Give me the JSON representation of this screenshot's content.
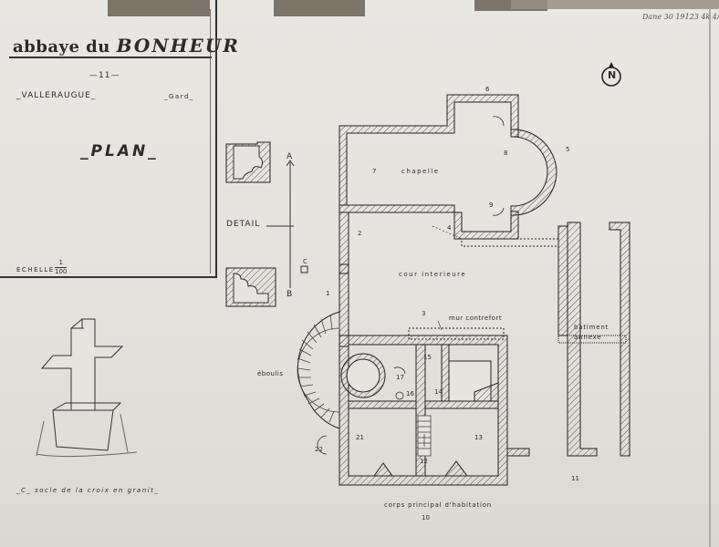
{
  "cartouche": {
    "title_prefix": "abbaye du",
    "title_main": "BONHEUR",
    "separator": "—11—",
    "commune": "_VALLERAUGUE_",
    "department": "_Gard_",
    "plan_title": "_PLAN_",
    "scale_label": "ECHELLE",
    "scale_numerator": "1",
    "scale_denominator": "100"
  },
  "archive_ref": "Dane 30 19123 4k 4/7",
  "detail": {
    "label": "DETAIL",
    "marker_a": "A",
    "marker_b": "B",
    "marker_c": "C"
  },
  "cross_caption": "_C_ socle de la croix en granit_",
  "north_letter": "N",
  "plan_labels": {
    "chapelle": "chapelle",
    "cour": "cour interieure",
    "mur_contrefort": "mur contrefort",
    "batiment_annexe": "batiment annexe",
    "eboulis": "éboulis",
    "corps": "corps principal d'habitation"
  },
  "room_numbers": [
    "1",
    "2",
    "3",
    "4",
    "5",
    "6",
    "7",
    "8",
    "9",
    "10",
    "11",
    "12",
    "13",
    "14",
    "15",
    "16",
    "17",
    "21",
    "22"
  ],
  "colors": {
    "paper": "#e6e4de",
    "ink": "#2b2b2b",
    "hatch": "#4a4a4a",
    "tape": "#6a5f55"
  }
}
